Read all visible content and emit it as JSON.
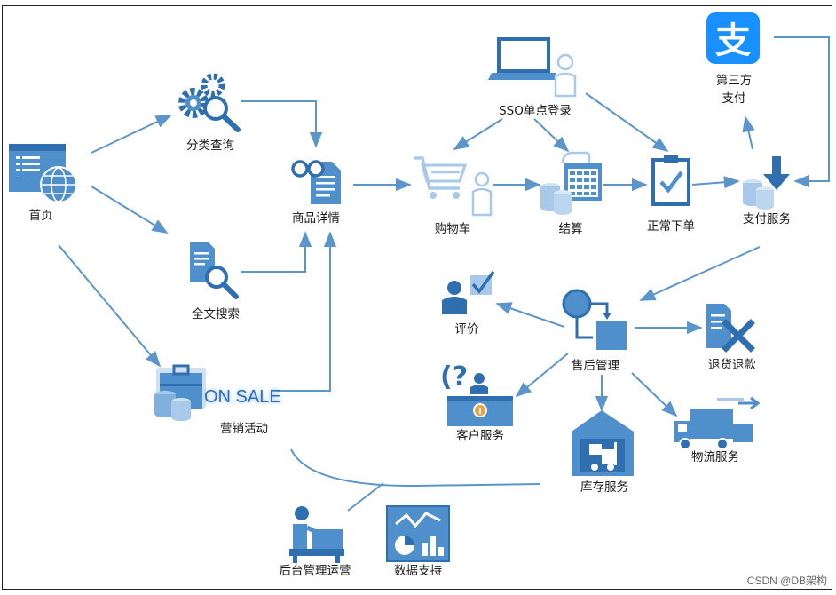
{
  "nodes": {
    "home": "首页",
    "category_query": "分类查询",
    "fulltext_search": "全文搜索",
    "marketing": "营销活动",
    "on_sale": "ON SALE",
    "product_detail": "商品详情",
    "sso_login": "SSO单点登录",
    "cart": "购物车",
    "checkout": "结算",
    "place_order": "正常下单",
    "payment_service": "支付服务",
    "third_party_pay_line1": "第三方",
    "third_party_pay_line2": "支付",
    "alipay_glyph": "支",
    "after_sales": "售后管理",
    "review": "评价",
    "return_refund": "退货退款",
    "customer_service": "客户服务",
    "logistics": "物流服务",
    "inventory": "库存服务",
    "backoffice": "后台管理运营",
    "data_support": "数据支持"
  },
  "watermark": "CSDN @DB架构",
  "colors": {
    "accent": "#4f8fcc",
    "dark_blue": "#2f6fb0",
    "light_blue": "#a9c9ea",
    "arrow": "#5b95c9",
    "alipay": "#1890ff"
  },
  "icons": {
    "home": "browser-globe-icon",
    "category_query": "gears-magnifier-icon",
    "fulltext_search": "document-search-icon",
    "marketing": "briefcase-database-icon",
    "product_detail": "glasses-document-icon",
    "sso_login": "laptop-user-icon",
    "cart": "cart-user-icon",
    "checkout": "database-calculator-icon",
    "place_order": "clipboard-check-icon",
    "payment_service": "database-download-icon",
    "third_party_pay": "alipay-icon",
    "after_sales": "workflow-icon",
    "review": "user-check-icon",
    "return_refund": "document-x-icon",
    "customer_service": "help-desk-icon",
    "logistics": "truck-icon",
    "inventory": "warehouse-forklift-icon",
    "backoffice": "desk-worker-icon",
    "data_support": "dashboard-charts-icon"
  }
}
